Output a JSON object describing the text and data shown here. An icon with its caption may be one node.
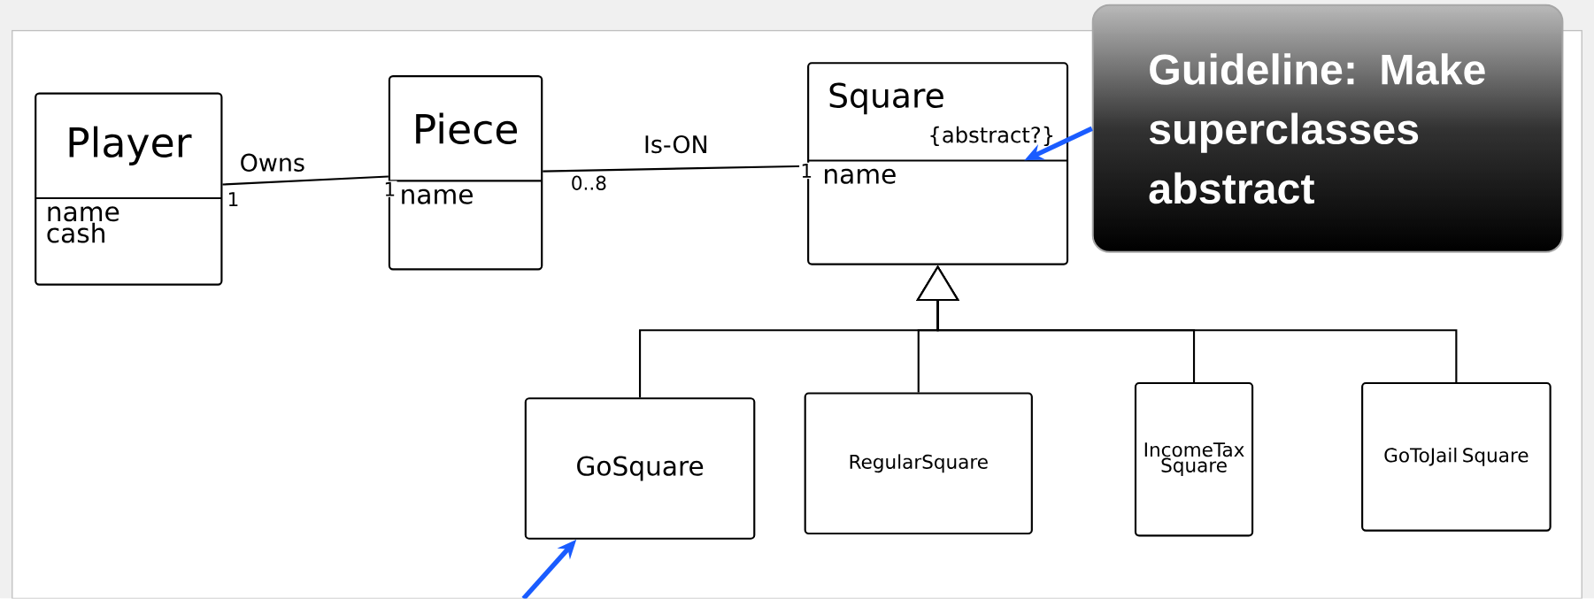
{
  "diagram": {
    "nodes": [
      {
        "text": [
          "Player",
          "name cash"
        ]
      },
      {
        "text": [
          "Piece",
          "name"
        ]
      },
      {
        "text": [
          "Square",
          "{abstract?}",
          "name"
        ]
      },
      {
        "text": [
          "GoSquare"
        ]
      },
      {
        "text": [
          "RegularSquare"
        ]
      },
      {
        "text": [
          "IncomeTax Square"
        ]
      },
      {
        "text": [
          "GoToJail Square"
        ]
      },
      {
        "text": [
          "Guideline: Make superclasses abstract"
        ]
      }
    ],
    "edges": [
      {
        "from": 0,
        "to": 1,
        "arrow": "none",
        "label": "Owns"
      },
      {
        "from": 1,
        "to": 2,
        "arrow": "none",
        "label": "Is-ON"
      },
      {
        "from": 3,
        "to": 2,
        "arrow": "to"
      },
      {
        "from": 4,
        "to": 2,
        "arrow": "to"
      },
      {
        "from": 5,
        "to": 2,
        "arrow": "to"
      },
      {
        "from": 6,
        "to": 2,
        "arrow": "to"
      },
      {
        "from": 7,
        "to": 2,
        "arrow": "to",
        "color": "#1a5cff",
        "style": "thick"
      },
      {
        "from": null,
        "to": 3,
        "arrow": "to",
        "color": "#1a5cff",
        "style": "thick"
      }
    ],
    "labels": [
      "1",
      "1",
      "0..8",
      "1"
    ]
  }
}
